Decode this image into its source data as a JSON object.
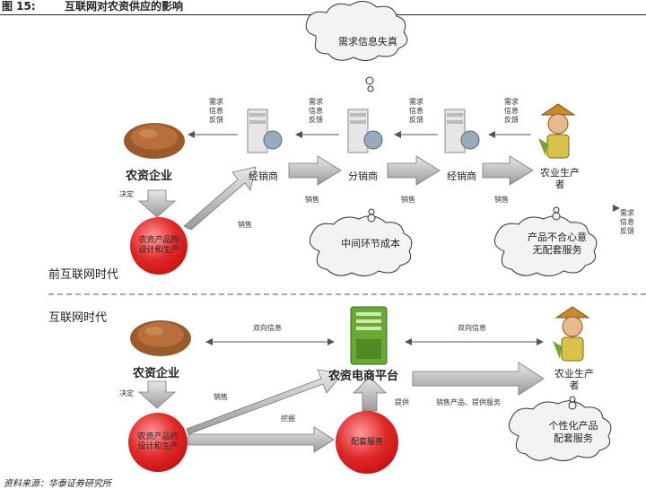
{
  "header": {
    "figure_no": "图 15:",
    "title": "互联网对农资供应的影响"
  },
  "top": {
    "era_label": "前互联网时代",
    "cloud_demand": "需求信息失真",
    "cloud_cost": "中间环节成本",
    "cloud_service": "产品不合心意\n无配套服务",
    "nodes": {
      "agri_company": "农资企业",
      "dealer1": "经销商",
      "distributor": "分销商",
      "dealer2": "经销商",
      "farmer": "农业生产\n者"
    },
    "feedback_label": "需求\n信息\n反馈",
    "decide": "决定",
    "design_production": "农资产品的\n设计和生产",
    "sales": "销售"
  },
  "bottom": {
    "era_label": "互联网时代",
    "nodes": {
      "agri_company": "农资企业",
      "platform": "农资电商平台",
      "farmer": "农业生产\n者"
    },
    "bidirectional_info": "双向信息",
    "decide": "决定",
    "design_production": "农资产品的\n设计和生产",
    "sales": "销售",
    "mining": "挖掘",
    "supporting_service": "配套服务",
    "provide": "提供",
    "sell_and_service": "销售产品、提供服务",
    "cloud_personalized": "个性化产品\n配套服务"
  },
  "source": "资料来源：华泰证券研究所"
}
